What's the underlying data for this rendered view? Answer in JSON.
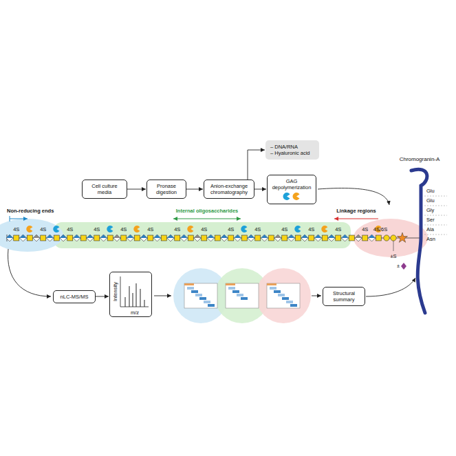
{
  "diagram": {
    "nodes": [
      {
        "text": [
          "Cell culture media"
        ]
      },
      {
        "text": [
          "Pronase digestion"
        ]
      },
      {
        "text": [
          "Anion-exchange chromatography"
        ]
      },
      {
        "text": [
          "– DNA/RNA",
          "– Hyaluronic acid"
        ]
      },
      {
        "text": [
          "GAG depolymerization"
        ]
      },
      {
        "text": [
          "nLC-MS/MS"
        ]
      },
      {
        "text": [
          "Intensity",
          "m/z"
        ]
      },
      {
        "text": [
          "Structural summary"
        ]
      }
    ],
    "edges": [
      {
        "from": 0,
        "to": 1,
        "arrow": "to"
      },
      {
        "from": 1,
        "to": 2,
        "arrow": "to"
      },
      {
        "from": 2,
        "to": 3,
        "arrow": "to"
      },
      {
        "from": 2,
        "to": 4,
        "arrow": "to"
      },
      {
        "from": 5,
        "to": 6,
        "arrow": "to"
      }
    ],
    "labels": [
      "Chromogranin-A",
      "Non-reducing ends",
      "Internal oligosaccharides",
      "Linkage regions",
      "4S",
      "4S",
      "4S",
      "4S",
      "4S",
      "4S",
      "4S",
      "4S",
      "4S",
      "4S",
      "4S",
      "4S",
      "4S",
      "4S",
      "4S/6S",
      "±S",
      "±",
      "Glu",
      "Glu",
      "Gly",
      "Ser",
      "Ala",
      "Asn"
    ]
  }
}
